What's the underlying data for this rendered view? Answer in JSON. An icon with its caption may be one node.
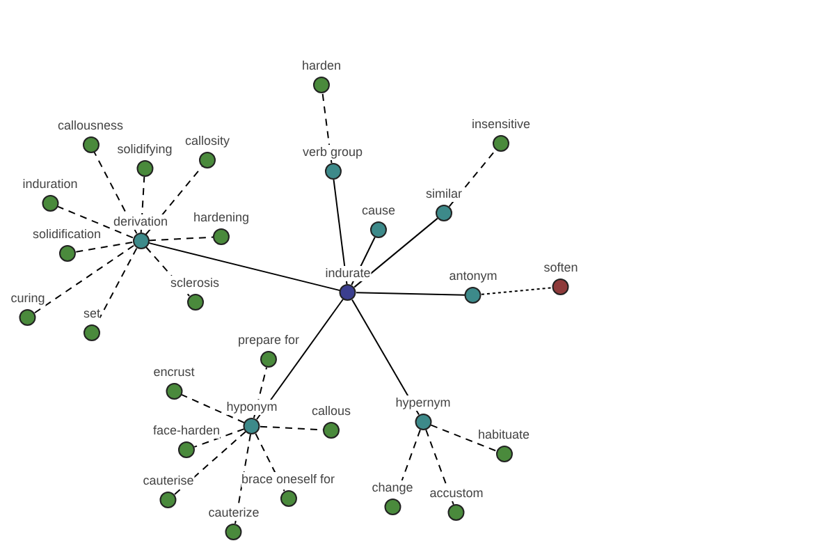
{
  "diagram": {
    "nodes": [
      {
        "text": [
          "indurate"
        ]
      },
      {
        "text": [
          "derivation"
        ]
      },
      {
        "text": [
          "verb group"
        ]
      },
      {
        "text": [
          "cause"
        ]
      },
      {
        "text": [
          "similar"
        ]
      },
      {
        "text": [
          "antonym"
        ]
      },
      {
        "text": [
          "hypernym"
        ]
      },
      {
        "text": [
          "hyponym"
        ]
      },
      {
        "text": [
          "harden"
        ]
      },
      {
        "text": [
          "insensitive"
        ]
      },
      {
        "text": [
          "soften"
        ]
      },
      {
        "text": [
          "callousness"
        ]
      },
      {
        "text": [
          "solidifying"
        ]
      },
      {
        "text": [
          "callosity"
        ]
      },
      {
        "text": [
          "induration"
        ]
      },
      {
        "text": [
          "hardening"
        ]
      },
      {
        "text": [
          "solidification"
        ]
      },
      {
        "text": [
          "curing"
        ]
      },
      {
        "text": [
          "sclerosis"
        ]
      },
      {
        "text": [
          "set"
        ]
      },
      {
        "text": [
          "prepare for"
        ]
      },
      {
        "text": [
          "encrust"
        ]
      },
      {
        "text": [
          "callous"
        ]
      },
      {
        "text": [
          "face-harden"
        ]
      },
      {
        "text": [
          "cauterise"
        ]
      },
      {
        "text": [
          "brace oneself for"
        ]
      },
      {
        "text": [
          "cauterize"
        ]
      },
      {
        "text": [
          "habituate"
        ]
      },
      {
        "text": [
          "change"
        ]
      },
      {
        "text": [
          "accustom"
        ]
      }
    ],
    "edges": [
      {
        "from": 0,
        "to": 1,
        "arrow": "none"
      },
      {
        "from": 0,
        "to": 2,
        "arrow": "none"
      },
      {
        "from": 0,
        "to": 3,
        "arrow": "none"
      },
      {
        "from": 0,
        "to": 4,
        "arrow": "none"
      },
      {
        "from": 0,
        "to": 5,
        "arrow": "none"
      },
      {
        "from": 0,
        "to": 6,
        "arrow": "none"
      },
      {
        "from": 0,
        "to": 7,
        "arrow": "none"
      },
      {
        "from": 2,
        "to": 8,
        "arrow": "none",
        "style": "dashed"
      },
      {
        "from": 4,
        "to": 9,
        "arrow": "none",
        "style": "dashed"
      },
      {
        "from": 5,
        "to": 10,
        "arrow": "none",
        "style": "dashed"
      },
      {
        "from": 1,
        "to": 11,
        "arrow": "none",
        "style": "dashed"
      },
      {
        "from": 1,
        "to": 12,
        "arrow": "none",
        "style": "dashed"
      },
      {
        "from": 1,
        "to": 13,
        "arrow": "none",
        "style": "dashed"
      },
      {
        "from": 1,
        "to": 14,
        "arrow": "none",
        "style": "dashed"
      },
      {
        "from": 1,
        "to": 15,
        "arrow": "none",
        "style": "dashed"
      },
      {
        "from": 1,
        "to": 16,
        "arrow": "none",
        "style": "dashed"
      },
      {
        "from": 1,
        "to": 17,
        "arrow": "none",
        "style": "dashed"
      },
      {
        "from": 1,
        "to": 18,
        "arrow": "none",
        "style": "dashed"
      },
      {
        "from": 1,
        "to": 19,
        "arrow": "none",
        "style": "dashed"
      },
      {
        "from": 7,
        "to": 20,
        "arrow": "none",
        "style": "dashed"
      },
      {
        "from": 7,
        "to": 21,
        "arrow": "none",
        "style": "dashed"
      },
      {
        "from": 7,
        "to": 22,
        "arrow": "none",
        "style": "dashed"
      },
      {
        "from": 7,
        "to": 23,
        "arrow": "none",
        "style": "dashed"
      },
      {
        "from": 7,
        "to": 24,
        "arrow": "none",
        "style": "dashed"
      },
      {
        "from": 7,
        "to": 25,
        "arrow": "none",
        "style": "dashed"
      },
      {
        "from": 7,
        "to": 26,
        "arrow": "none",
        "style": "dashed"
      },
      {
        "from": 6,
        "to": 27,
        "arrow": "none",
        "style": "dashed"
      },
      {
        "from": 6,
        "to": 28,
        "arrow": "none",
        "style": "dashed"
      },
      {
        "from": 6,
        "to": 29,
        "arrow": "none",
        "style": "dashed"
      }
    ]
  }
}
